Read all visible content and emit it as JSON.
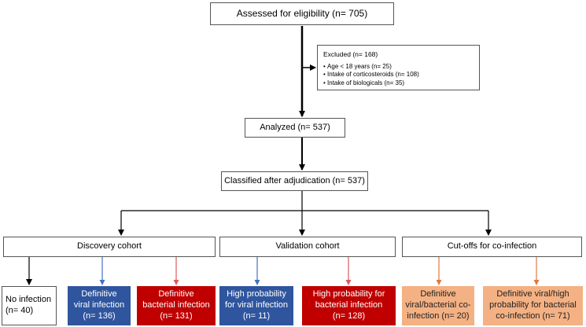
{
  "boxes": {
    "assessed": "Assessed for eligibility (n= 705)",
    "analyzed": "Analyzed (n= 537)",
    "classified": "Classified after adjudication (n= 537)"
  },
  "excluded": {
    "title": "Excluded (n= 168)",
    "items": [
      "Age < 18 years (n= 25)",
      "Intake of corticosteroids (n= 108)",
      "Intake of biologicals (n= 35)"
    ]
  },
  "cohorts": {
    "discovery": "Discovery cohort",
    "validation": "Validation cohort",
    "cutoffs": "Cut-offs for co-infection"
  },
  "outcomes": {
    "no_infection": "No infection\n(n= 40)",
    "definitive_viral": "Definitive\nviral infection\n(n= 136)",
    "definitive_bacterial": "Definitive\nbacterial infection\n(n= 131)",
    "high_prob_viral": "High probability\nfor viral infection\n(n= 11)",
    "high_prob_bacterial": "High probability for\nbacterial infection\n(n= 128)",
    "viral_bacterial_coinfection": "Definitive\nviral/bacterial co-\ninfection (n= 20)",
    "viral_high_prob_bacterial": "Definitive viral/high\nprobability for bacterial\nco-infection (n= 71)"
  },
  "colors": {
    "blue": "#2f559e",
    "red": "#c00000",
    "peach": "#f4b183",
    "arrow_blue": "#4472c4",
    "arrow_red": "#e05a5a",
    "arrow_orange": "#e2773e"
  }
}
